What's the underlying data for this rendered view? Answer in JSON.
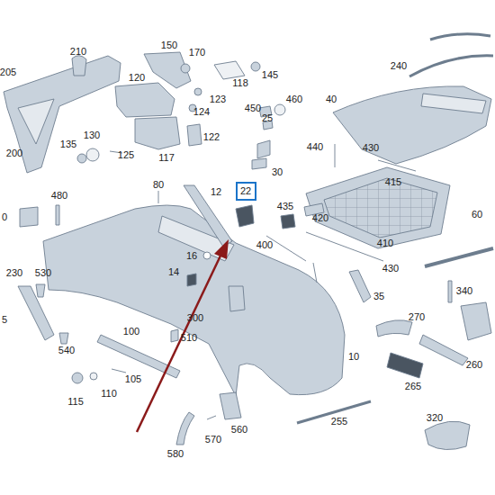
{
  "diagram": {
    "nodes": [
      {
        "text": [
          "22"
        ]
      }
    ],
    "labels": [
      "210",
      "150",
      "170",
      "205",
      "120",
      "145",
      "118",
      "123",
      "460",
      "450",
      "40",
      "240",
      "124",
      "25",
      "122",
      "135",
      "130",
      "125",
      "117",
      "440",
      "430",
      "415",
      "200",
      "30",
      "480",
      "80",
      "12",
      "435",
      "420",
      "60",
      "400",
      "410",
      "230",
      "530",
      "16",
      "14",
      "300",
      "430",
      "35",
      "340",
      "270",
      "540",
      "100",
      "510",
      "10",
      "260",
      "265",
      "115",
      "110",
      "105",
      "560",
      "255",
      "320",
      "580",
      "570",
      "0",
      "5"
    ]
  }
}
